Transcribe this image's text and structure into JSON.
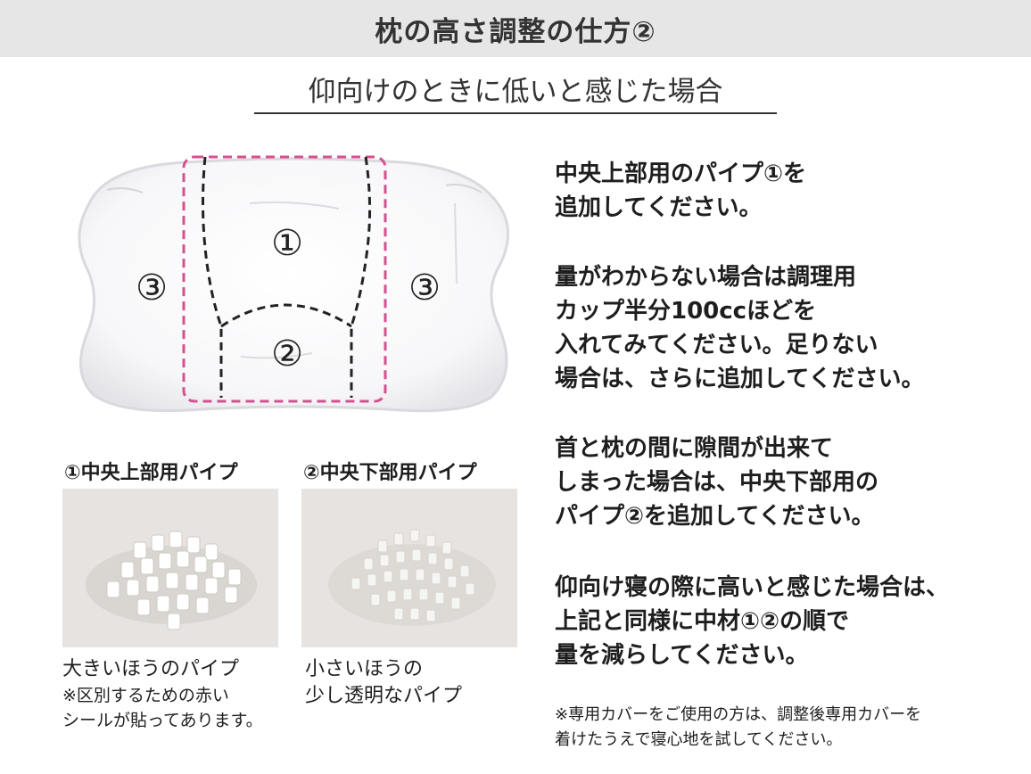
{
  "header": {
    "title": "枕の高さ調整の仕方②"
  },
  "subtitle": "仰向けのときに低いと感じた場合",
  "diagram": {
    "label_center_top": "①",
    "label_center_bottom": "②",
    "label_left": "③",
    "label_right": "③",
    "colors": {
      "highlight": "#d6508f",
      "dash": "#222222",
      "pillow": "#ffffff",
      "pillow_edge": "#d9d9de"
    }
  },
  "pipes": {
    "pipe1": {
      "title": "①中央上部用パイプ",
      "caption_main": "大きいほうのパイプ",
      "caption_note_lines": [
        "※区別するための赤い",
        "シールが貼ってあります。"
      ]
    },
    "pipe2": {
      "title": "②中央下部用パイプ",
      "caption_lines": [
        "小さいほうの",
        "少し透明なパイプ"
      ]
    }
  },
  "instructions": {
    "block1": [
      "中央上部用のパイプ①を",
      "追加してください。"
    ],
    "block2": [
      "量がわからない場合は調理用",
      "カップ半分100ccほどを",
      "入れてみてください。足りない",
      "場合は、さらに追加してください。"
    ],
    "block3": [
      "首と枕の間に隙間が出来て",
      "しまった場合は、中央下部用の",
      "パイプ②を追加してください。"
    ],
    "block4": [
      "仰向け寝の際に高いと感じた場合は、",
      "上記と同様に中材①②の順で",
      "量を減らしてください。"
    ]
  },
  "note_lines": [
    "※専用カバーをご使用の方は、調整後専用カバーを",
    "着けたうえで寝心地を試してください。"
  ]
}
